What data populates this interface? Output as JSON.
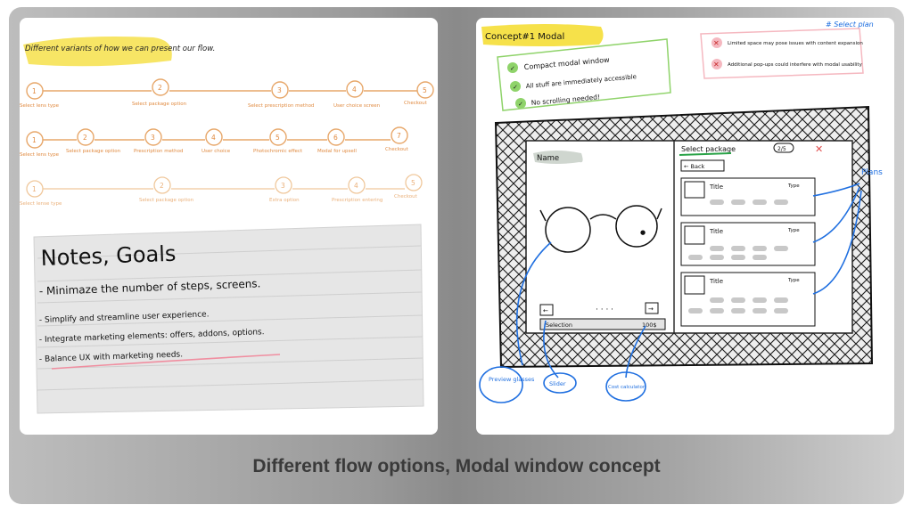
{
  "caption": "Different flow options, Modal window concept",
  "left_panel": {
    "header_note": "Different variants of how we can present our flow.",
    "flows": [
      {
        "steps": [
          {
            "num": "1",
            "label": "Select lens type"
          },
          {
            "num": "2",
            "label": "Select package option"
          },
          {
            "num": "3",
            "label": "Select prescription method"
          },
          {
            "num": "4",
            "label": "User choice screen"
          },
          {
            "num": "5",
            "label": "Checkout"
          }
        ]
      },
      {
        "steps": [
          {
            "num": "1",
            "label": "Select lens type"
          },
          {
            "num": "2",
            "label": "Select package option"
          },
          {
            "num": "3",
            "label": "Prescription method"
          },
          {
            "num": "4",
            "label": "User choice"
          },
          {
            "num": "5",
            "label": "Photochromic effect"
          },
          {
            "num": "6",
            "label": "Modal for upsell"
          },
          {
            "num": "7",
            "label": "Checkout"
          }
        ]
      },
      {
        "steps": [
          {
            "num": "1",
            "label": "Select lense type"
          },
          {
            "num": "2",
            "label": "Select package option"
          },
          {
            "num": "3",
            "label": "Extra option"
          },
          {
            "num": "4",
            "label": "Prescription entering"
          },
          {
            "num": "5",
            "label": "Checkout"
          }
        ]
      }
    ],
    "notes": {
      "title": "Notes, Goals",
      "items": [
        "- Minimaze the number of steps, screens.",
        "- Simplify and streamline user experience.",
        "- Integrate marketing elements: offers, addons, options.",
        "- Balance UX with marketing needs."
      ]
    }
  },
  "right_panel": {
    "concept_label": "Concept#1 Modal",
    "tag": "# Select plan",
    "pros": [
      "Compact modal window",
      "All stuff are immediately accessible",
      "No scrolling needed!"
    ],
    "cons": [
      "Limited space may pose issues with content expansion",
      "Additional pop-ups could interfere with modal usability"
    ],
    "modal": {
      "name_label": "Name",
      "select_package": "Select package",
      "step_badge": "2/5",
      "back_label": "Back",
      "plans": [
        {
          "title": "Title",
          "type": "Type"
        },
        {
          "title": "Title",
          "type": "Type"
        },
        {
          "title": "Title",
          "type": "Type"
        }
      ],
      "selection_label": "Selection",
      "price_label": "100$"
    },
    "annotations": {
      "plans": "Plans",
      "preview": "Preview glasses",
      "slider": "Slider",
      "cost": "Cost calculator"
    }
  },
  "colors": {
    "orange": "#e7a76a",
    "blue": "#1f6fe0",
    "yellow": "#f6e14a",
    "green": "#8fd36a",
    "red": "#e04a4a",
    "pink": "#f5b8c0"
  }
}
